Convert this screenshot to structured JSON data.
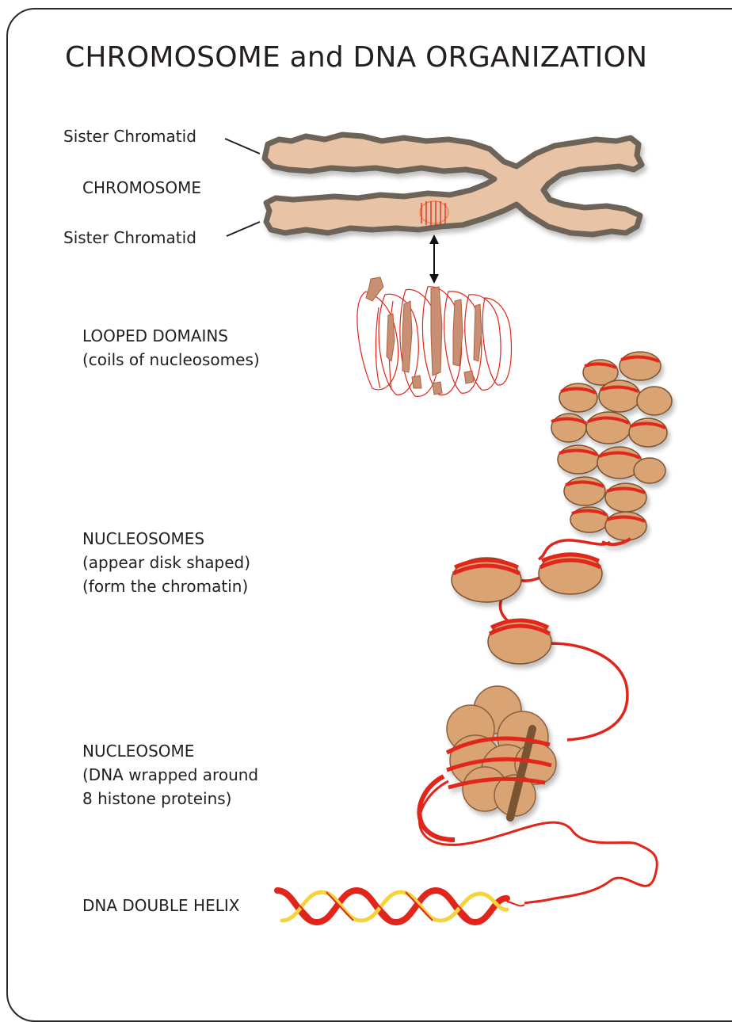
{
  "title": "CHROMOSOME and DNA ORGANIZATION",
  "labels": {
    "sister_chromatid_top": "Sister Chromatid",
    "chromosome": "CHROMOSOME",
    "sister_chromatid_bottom": "Sister Chromatid",
    "looped_domains_1": "LOOPED DOMAINS",
    "looped_domains_2": "(coils of nucleosomes)",
    "nucleosomes_1": "NUCLEOSOMES",
    "nucleosomes_2": "(appear disk shaped)",
    "nucleosomes_3": "(form the chromatin)",
    "nucleosome_1": "NUCLEOSOME",
    "nucleosome_2": "(DNA wrapped around",
    "nucleosome_3": "8 histone proteins)",
    "dna_helix": "DNA DOUBLE HELIX"
  },
  "colors": {
    "chromatid_fill": "#e9c3a6",
    "chromatid_edge": "#6e6458",
    "histone": "#d9a373",
    "histone_edge": "#7a5330",
    "dna_red": "#e1251b",
    "dna_yellow": "#f5d33b",
    "text": "#231f20"
  }
}
